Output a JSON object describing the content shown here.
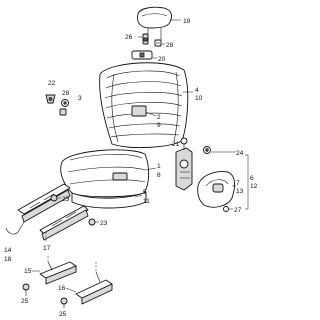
{
  "diagram": {
    "callouts": {
      "c19": "19",
      "c26a": "26",
      "c28": "28",
      "c20": "20",
      "c22": "22",
      "c28b": "28",
      "c3": "3",
      "c4": "4",
      "c10": "10",
      "c2": "2",
      "c9": "9",
      "c21": "21",
      "c1": "1",
      "c8": "8",
      "c24": "24",
      "c7": "7",
      "c13": "13",
      "c6": "6",
      "c12": "12",
      "c5": "5",
      "c11": "11",
      "c23a": "23",
      "c23b": "23",
      "c14": "14",
      "c18": "18",
      "c17": "17",
      "c27": "27",
      "c15": "15",
      "c25a": "25",
      "c16": "16",
      "c25b": "25"
    }
  }
}
